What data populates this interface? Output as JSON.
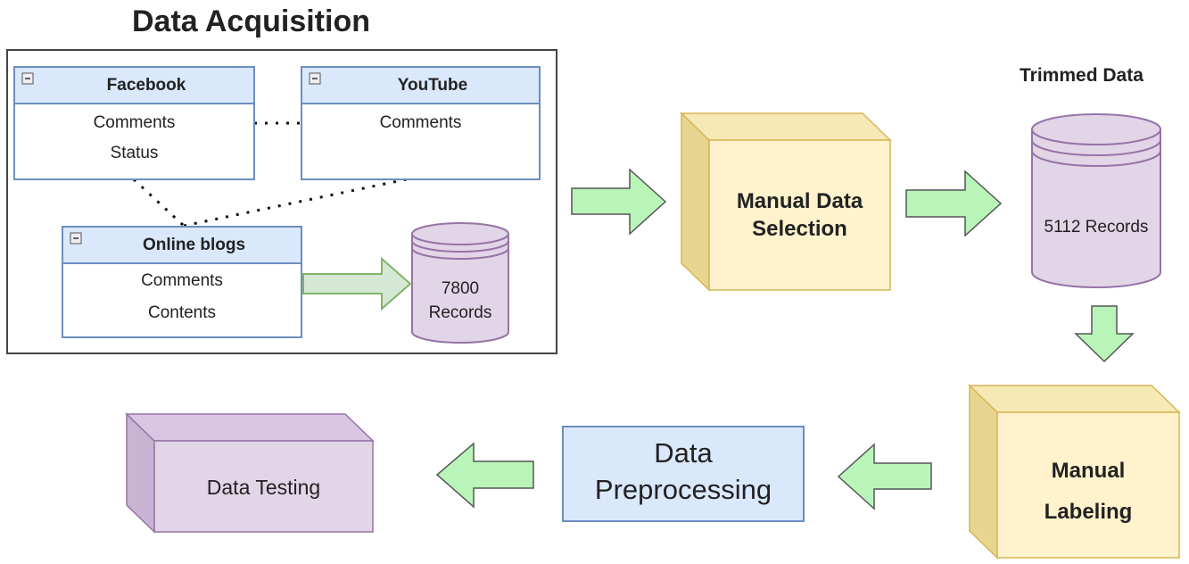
{
  "title": "Data Acquisition",
  "trimmed_data_label": "Trimmed Data",
  "entities": [
    {
      "name": "Facebook",
      "fields": [
        "Comments",
        "Status"
      ]
    },
    {
      "name": "YouTube",
      "fields": [
        "Comments"
      ]
    },
    {
      "name": "Online blogs",
      "fields": [
        "Comments",
        "Contents"
      ]
    }
  ],
  "databases": {
    "raw": {
      "line1": "7800",
      "line2": "Records"
    },
    "trimmed": {
      "label": "5112 Records"
    }
  },
  "process_boxes": {
    "manual_selection": {
      "line1": "Manual Data",
      "line2": "Selection"
    },
    "manual_labeling": {
      "line1": "Manual",
      "line2": "Labeling"
    },
    "preprocessing": {
      "line1": "Data",
      "line2": "Preprocessing"
    },
    "testing": {
      "label": "Data Testing"
    }
  },
  "colors": {
    "entity_header": "#dae8fc",
    "entity_border": "#6c8ebf",
    "cylinder_fill": "#e1d5e7",
    "cylinder_stroke": "#9673a6",
    "cube_fill": "#fff2cc",
    "cube_stroke": "#d6b656",
    "arrow_fill": "#b9f5b9",
    "arrow_stroke": "#555555",
    "faded_arrow_fill": "#d5e8d4",
    "faded_arrow_stroke": "#82b366"
  }
}
